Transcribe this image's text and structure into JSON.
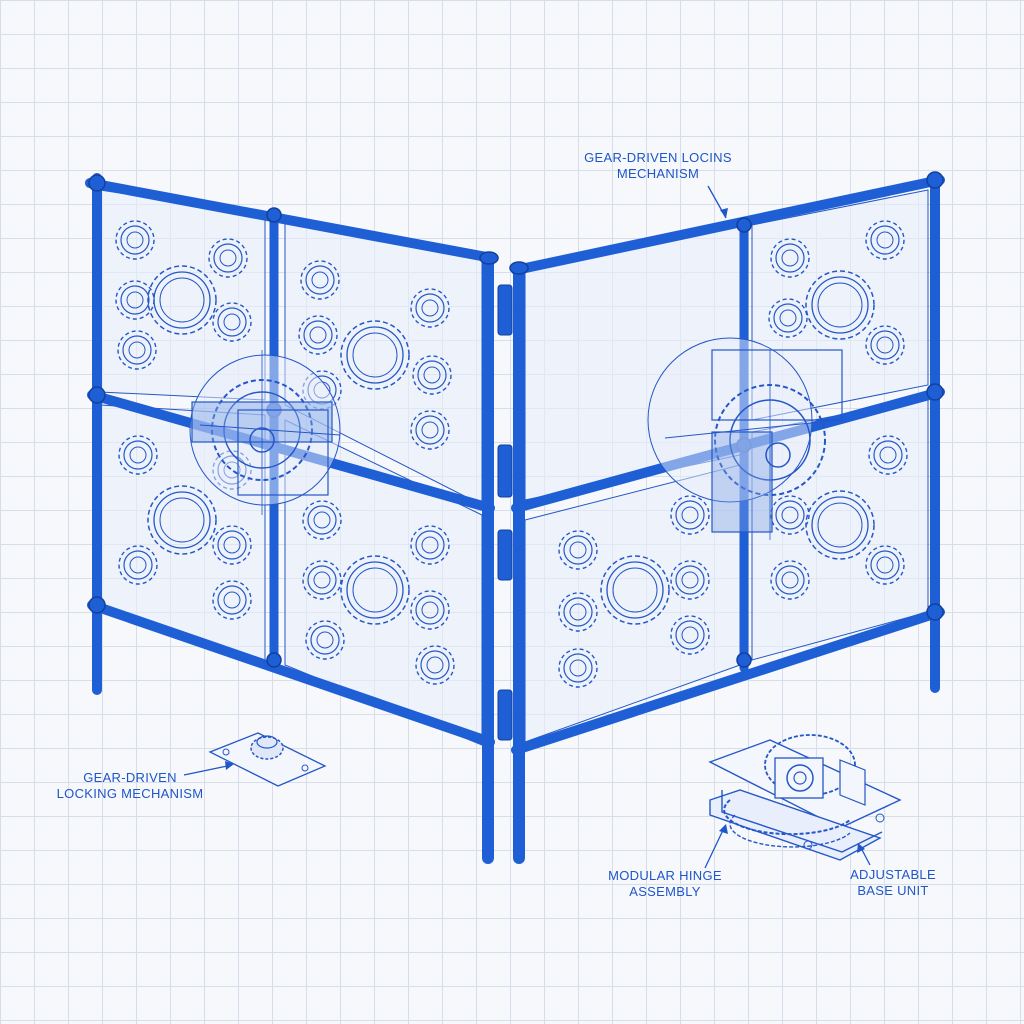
{
  "title": "",
  "colors": {
    "pipe": "#1f5fd6",
    "pipe_dark": "#12409e",
    "line": "#2457c7",
    "panel_fill": "#e8eefb",
    "grid": "#d7dee9",
    "background": "#f6f8fb"
  },
  "labels": {
    "top_callout_line1": "GEAR-DRIVEN LOCINS",
    "top_callout_line2": "MECHANISM",
    "left_callout_line1": "GEAR-DRIVEN",
    "left_callout_line2": "LOCKING MECHANISM",
    "hinge_callout_line1": "MODULAR HINGE",
    "hinge_callout_line2": "ASSEMBLY",
    "base_callout_line1": "ADJUSTABLE",
    "base_callout_line2": "BASE UNIT"
  },
  "components": [
    "fence-section-left",
    "fence-section-right",
    "hinge-post",
    "gear-lock-left",
    "gear-lock-right",
    "gear-lock-detail",
    "hinge-base-detail"
  ]
}
